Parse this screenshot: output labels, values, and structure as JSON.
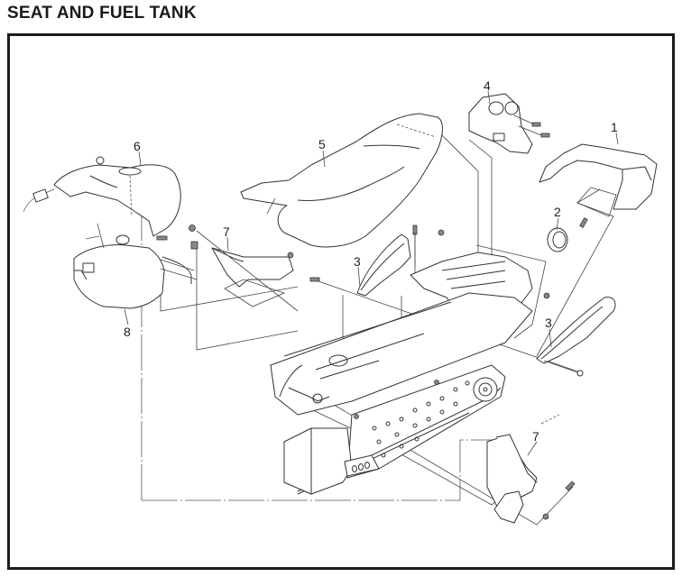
{
  "page": {
    "title": "SEAT AND FUEL TANK"
  },
  "diagram": {
    "callouts": [
      {
        "id": "1",
        "part": "rear-bumper-cover"
      },
      {
        "id": "2",
        "part": "tail-light"
      },
      {
        "id": "3",
        "part": "side-panel"
      },
      {
        "id": "3",
        "part": "side-panel"
      },
      {
        "id": "4",
        "part": "seat-bracket"
      },
      {
        "id": "5",
        "part": "seat"
      },
      {
        "id": "6",
        "part": "tank-cover"
      },
      {
        "id": "7",
        "part": "bracket"
      },
      {
        "id": "7",
        "part": "bracket"
      },
      {
        "id": "8",
        "part": "fuel-tank"
      }
    ]
  }
}
